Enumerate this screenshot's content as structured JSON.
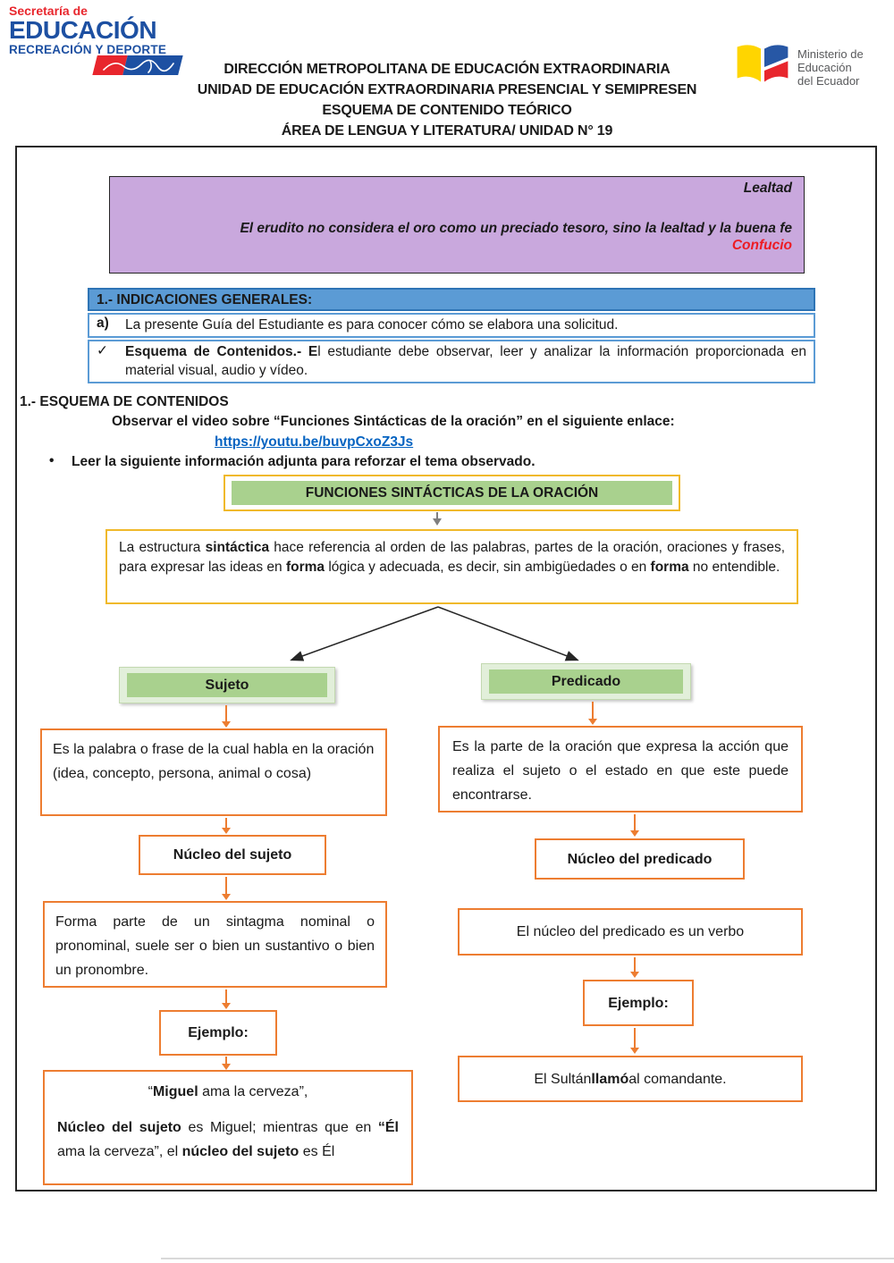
{
  "header": {
    "secretaria": {
      "line1": "Secretaría de",
      "line2": "EDUCACIÓN",
      "line3": "RECREACIÓN Y DEPORTE"
    },
    "ministerio": {
      "lines": [
        "Ministerio de",
        "Educación",
        "del Ecuador"
      ]
    },
    "title_lines": [
      "DIRECCIÓN METROPOLITANA DE EDUCACIÓN EXTRAORDINARIA",
      "UNIDAD DE EDUCACIÓN EXTRAORDINARIA PRESENCIAL Y SEMIPRESEN",
      "ESQUEMA DE CONTENIDO TEÓRICO",
      "ÁREA DE LENGUA Y LITERATURA/ UNIDAD N° 19"
    ]
  },
  "quote_box": {
    "title": "Lealtad",
    "quote": "El erudito no considera el oro como un preciado tesoro, sino la lealtad y la buena fe",
    "author": "Confucio"
  },
  "indications": {
    "header": "1.- INDICACIONES GENERALES:",
    "row_a": {
      "marker": "a)",
      "text": "La presente Guía del Estudiante es para conocer cómo se elabora una solicitud."
    },
    "row_b": {
      "marker": "✓",
      "rich": [
        {
          "t": "Esquema de Contenidos.- E",
          "b": true
        },
        {
          "t": "l estudiante debe observar, leer y analizar la información proporcionada en material visual, audio y vídeo.",
          "b": false
        }
      ]
    }
  },
  "contents": {
    "section_title": "1.- ESQUEMA DE CONTENIDOS",
    "observe_line": "Observar el video sobre “Funciones Sintácticas de la oración” en el siguiente enlace:",
    "link_text": "https://youtu.be/buvpCxoZ3Js",
    "bullet_marker": "•",
    "bullet_text": "Leer la siguiente información adjunta para reforzar el tema observado."
  },
  "diagram": {
    "title": "FUNCIONES SINTÁCTICAS DE LA ORACIÓN",
    "intro_rich": [
      {
        "t": "La estructura ",
        "b": false
      },
      {
        "t": "sintáctica",
        "b": true
      },
      {
        "t": " hace referencia al orden de las palabras, partes de la oración, oraciones y frases, para expresar las ideas en ",
        "b": false
      },
      {
        "t": "forma",
        "b": true
      },
      {
        "t": " lógica y adecuada, es decir, sin ambigüedades o en ",
        "b": false
      },
      {
        "t": "forma",
        "b": true
      },
      {
        "t": " no entendible.",
        "b": false
      }
    ],
    "sujeto": {
      "label": "Sujeto",
      "desc": "Es la palabra o frase de la cual habla en la oración (idea, concepto, persona, animal o cosa)",
      "nucleo_label": "Núcleo del sujeto",
      "nucleo_desc": "Forma parte de un sintagma nominal o pronominal, suele ser o bien un sustantivo o bien un pronombre.",
      "ejemplo_label": "Ejemplo:",
      "example_line1_rich": [
        {
          "t": "“",
          "b": false
        },
        {
          "t": "Miguel",
          "b": true
        },
        {
          "t": " ama la cerveza”,",
          "b": false
        }
      ],
      "example_para_rich": [
        {
          "t": "Núcleo del sujeto",
          "b": true
        },
        {
          "t": " es Miguel; mientras que en ",
          "b": false
        },
        {
          "t": "“Él",
          "b": true
        },
        {
          "t": " ama la cerveza”, el ",
          "b": false
        },
        {
          "t": "núcleo del sujeto",
          "b": true
        },
        {
          "t": " es Él",
          "b": false
        }
      ]
    },
    "predicado": {
      "label": "Predicado",
      "desc": "Es la parte de la oración que expresa la acción que realiza el sujeto o el estado en que este puede encontrarse.",
      "nucleo_label": "Núcleo del predicado",
      "verb_note": "El núcleo del predicado es un verbo",
      "ejemplo_label": "Ejemplo:",
      "example_rich": [
        {
          "t": "El Sultán ",
          "b": false
        },
        {
          "t": "llamó",
          "b": true
        },
        {
          "t": " al comandante.",
          "b": false
        }
      ]
    }
  },
  "colors": {
    "accent_blue": "#5b9bd5",
    "accent_blue_dark": "#2e74b5",
    "accent_orange": "#ed7d31",
    "accent_yellow": "#f0b92b",
    "accent_green": "#a9d18e",
    "green_frame": "#e2efda",
    "purple_bg": "#c9a8dd",
    "link_blue": "#0563c1",
    "author_red": "#ed1c24",
    "logo_blue": "#1d50a2",
    "logo_red": "#e8262d",
    "logo_yellow": "#ffd500"
  }
}
